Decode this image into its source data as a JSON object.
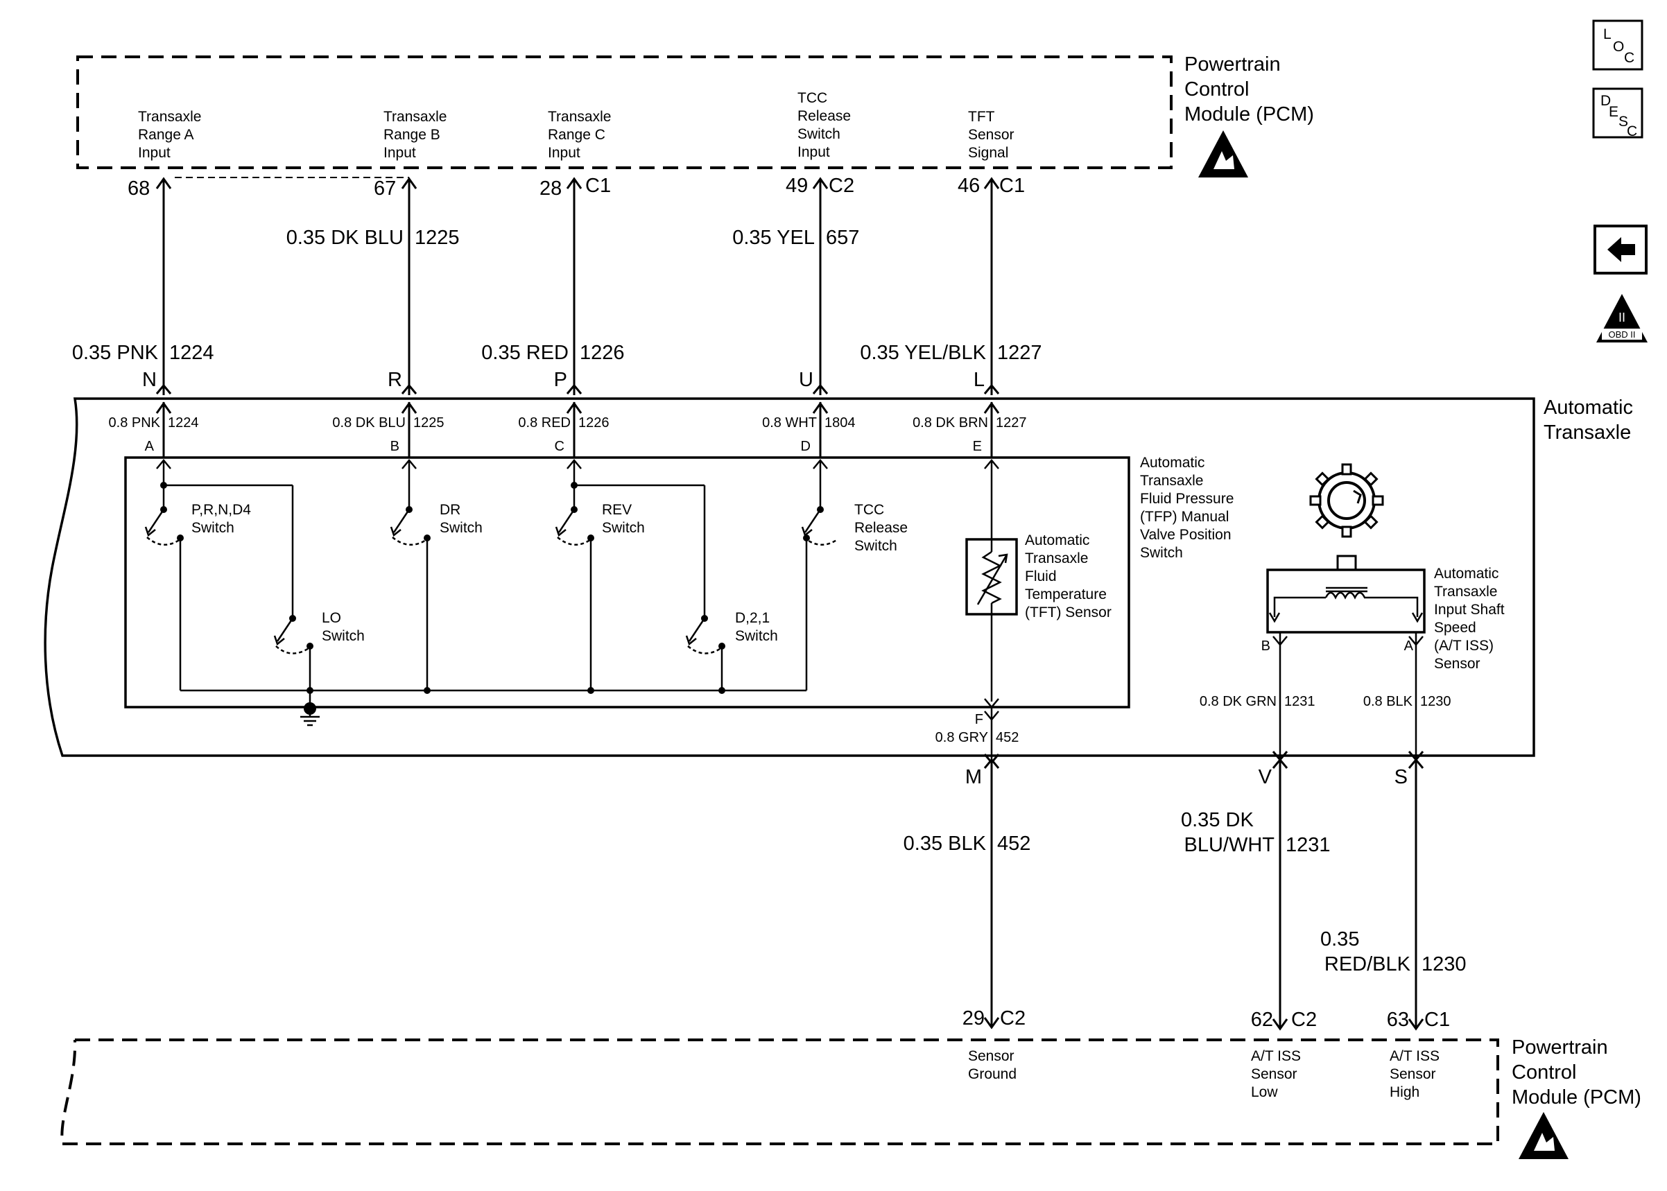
{
  "pcm_top": {
    "title": [
      "Powertrain",
      "Control",
      "Module (PCM)"
    ],
    "inputs": [
      {
        "lines": [
          "Transaxle",
          "Range A",
          "Input"
        ],
        "pin": "68",
        "connector": ""
      },
      {
        "lines": [
          "Transaxle",
          "Range B",
          "Input"
        ],
        "pin": "67",
        "connector": ""
      },
      {
        "lines": [
          "Transaxle",
          "Range C",
          "Input"
        ],
        "pin": "28",
        "connector": "C1"
      },
      {
        "lines": [
          "TCC",
          "Release",
          "Switch",
          "Input"
        ],
        "pin": "49",
        "connector": "C2"
      },
      {
        "lines": [
          "TFT",
          "Sensor",
          "Signal"
        ],
        "pin": "46",
        "connector": "C1"
      }
    ]
  },
  "upper_wires": [
    {
      "gauge_color": "0.35 PNK",
      "circuit": "1224"
    },
    {
      "gauge_color": "0.35 DK BLU",
      "circuit": "1225"
    },
    {
      "gauge_color": "0.35 RED",
      "circuit": "1226"
    },
    {
      "gauge_color": "0.35 YEL",
      "circuit": "657"
    },
    {
      "gauge_color": "0.35 YEL/BLK",
      "circuit": "1227"
    }
  ],
  "transaxle_connector_top": [
    "N",
    "R",
    "P",
    "U",
    "L"
  ],
  "transaxle": {
    "title": [
      "Automatic",
      "Transaxle"
    ],
    "internal_wires": [
      {
        "gauge_color": "0.8 PNK",
        "circuit": "1224",
        "terminal": "A"
      },
      {
        "gauge_color": "0.8 DK BLU",
        "circuit": "1225",
        "terminal": "B"
      },
      {
        "gauge_color": "0.8 RED",
        "circuit": "1226",
        "terminal": "C"
      },
      {
        "gauge_color": "0.8 WHT",
        "circuit": "1804",
        "terminal": "D"
      },
      {
        "gauge_color": "0.8 DK BRN",
        "circuit": "1227",
        "terminal": "E"
      }
    ],
    "tfp_switch_label": [
      "Automatic",
      "Transaxle",
      "Fluid Pressure",
      "(TFP) Manual",
      "Valve Position",
      "Switch"
    ],
    "switches": [
      {
        "lines": [
          "P,R,N,D4",
          "Switch"
        ]
      },
      {
        "lines": [
          "DR",
          "Switch"
        ]
      },
      {
        "lines": [
          "REV",
          "Switch"
        ]
      },
      {
        "lines": [
          "TCC",
          "Release",
          "Switch"
        ]
      },
      {
        "lines": [
          "LO",
          "Switch"
        ]
      },
      {
        "lines": [
          "D,2,1",
          "Switch"
        ]
      }
    ],
    "tft_sensor": [
      "Automatic",
      "Transaxle",
      "Fluid",
      "Temperature",
      "(TFT) Sensor"
    ],
    "tft_ground": {
      "terminal": "F",
      "gauge_color": "0.8 GRY",
      "circuit": "452"
    },
    "iss_sensor": [
      "Automatic",
      "Transaxle",
      "Input Shaft",
      "Speed",
      "(A/T ISS)",
      "Sensor"
    ],
    "iss_wires": [
      {
        "terminal": "B",
        "gauge_color": "0.8 DK GRN",
        "circuit": "1231"
      },
      {
        "terminal": "A",
        "gauge_color": "0.8 BLK",
        "circuit": "1230"
      }
    ]
  },
  "transaxle_connector_bottom": [
    "M",
    "V",
    "S"
  ],
  "lower_wires": [
    {
      "gauge_color": [
        "0.35 BLK"
      ],
      "circuit": "452"
    },
    {
      "gauge_color": [
        "0.35 DK",
        "BLU/WHT"
      ],
      "circuit": "1231"
    },
    {
      "gauge_color": [
        "0.35",
        "RED/BLK"
      ],
      "circuit": "1230"
    }
  ],
  "pcm_bottom": {
    "title": [
      "Powertrain",
      "Control",
      "Module (PCM)"
    ],
    "pins": [
      {
        "pin": "29",
        "connector": "C2",
        "lines": [
          "Sensor",
          "Ground"
        ]
      },
      {
        "pin": "62",
        "connector": "C2",
        "lines": [
          "A/T ISS",
          "Sensor",
          "Low"
        ]
      },
      {
        "pin": "63",
        "connector": "C1",
        "lines": [
          "A/T ISS",
          "Sensor",
          "High"
        ]
      }
    ]
  },
  "side_icons": {
    "loc": [
      "L",
      "O",
      "C"
    ],
    "desc": [
      "D",
      "E",
      "S",
      "C"
    ],
    "obd": [
      "II",
      "OBD II"
    ]
  }
}
